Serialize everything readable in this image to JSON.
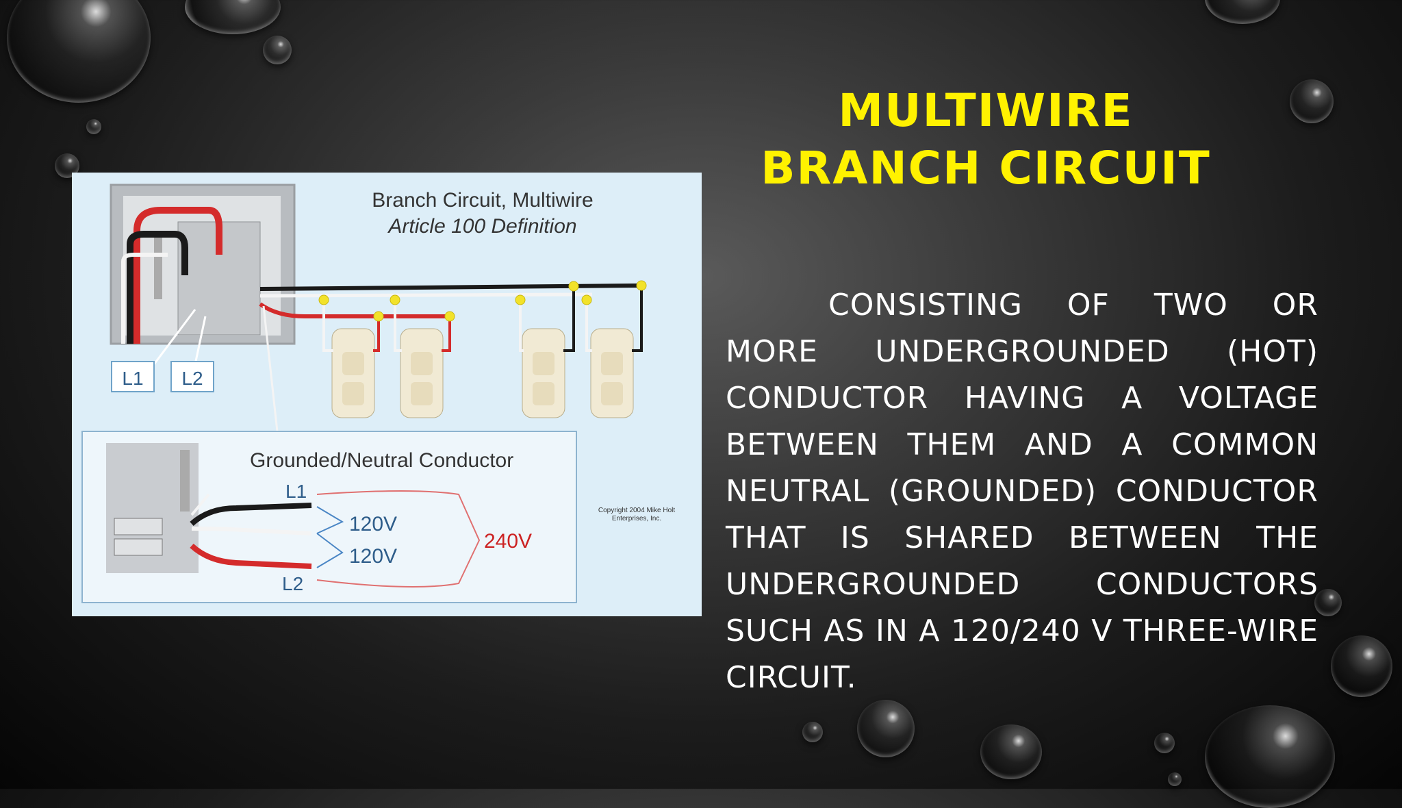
{
  "slide": {
    "title_line1": "MULTIWIRE",
    "title_line2": "BRANCH CIRCUIT",
    "body": "Consisting of two or more undergrounded (hot) conductor having a voltage between them and a common neutral (grounded) conductor that is shared between the undergrounded conductors such as in a 120/240 V three-wire circuit.",
    "accent_color": "#fff200"
  },
  "diagram": {
    "title": "Branch Circuit, Multiwire",
    "subtitle": "Article 100 Definition",
    "label_l1": "L1",
    "label_l2": "L2",
    "inset_title": "Grounded/Neutral Conductor",
    "inset_l1": "L1",
    "inset_l2": "L2",
    "voltage_a": "120V",
    "voltage_b": "120V",
    "voltage_total": "240V",
    "copyright": "Copyright 2004 Mike Holt Enterprises, Inc."
  }
}
